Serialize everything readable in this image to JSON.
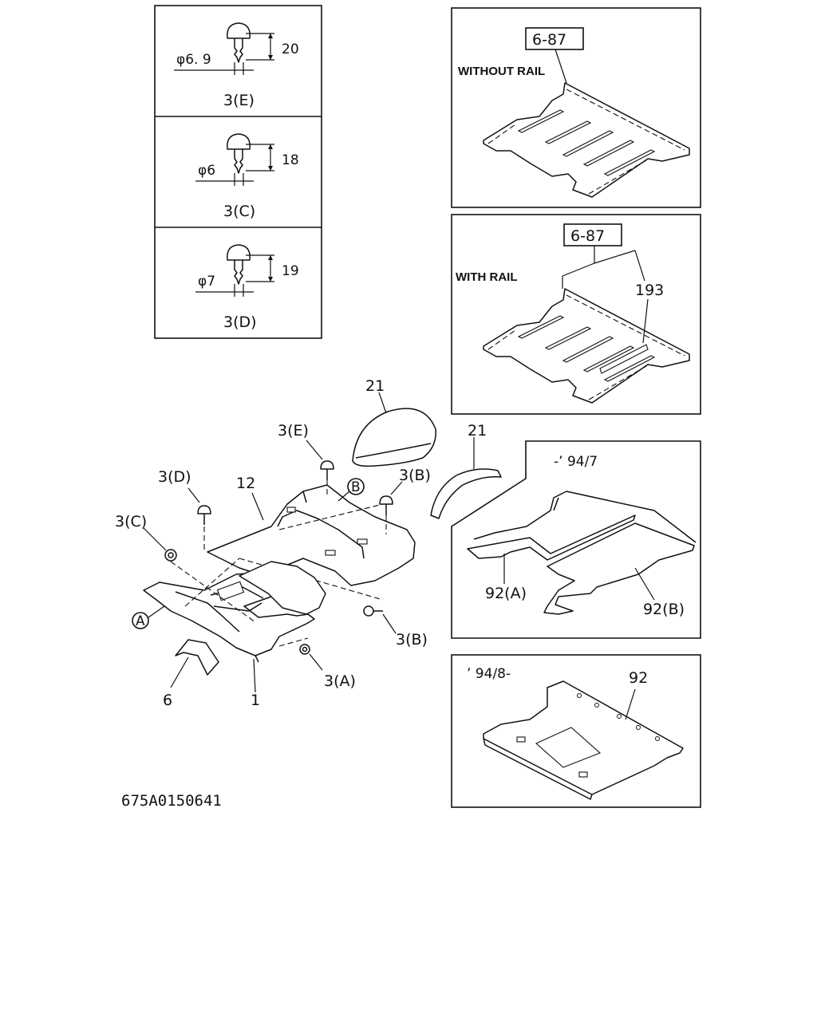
{
  "fasteners": [
    {
      "label": "3(E)",
      "dia": "φ6. 9",
      "len": "20"
    },
    {
      "label": "3(C)",
      "dia": "φ6",
      "len": "18"
    },
    {
      "label": "3(D)",
      "dia": "φ7",
      "len": "19"
    }
  ],
  "panels": {
    "without_rail": {
      "ref": "6-87",
      "title": "WITHOUT RAIL"
    },
    "with_rail": {
      "ref": "6-87",
      "title": "WITH RAIL",
      "part": "193"
    },
    "early": {
      "period": "-’ 94/7",
      "part_a": "92(A)",
      "part_b": "92(B)"
    },
    "late": {
      "period": "’ 94/8-",
      "part": "92"
    }
  },
  "main": {
    "labels": {
      "p21_top": "21",
      "p21_side": "21",
      "p3e": "3(E)",
      "p3d": "3(D)",
      "p12": "12",
      "p3b_top": "3(B)",
      "p3c": "3(C)",
      "p3b_right": "3(B)",
      "p3a": "3(A)",
      "p6": "6",
      "p1": "1",
      "callout_a": "A",
      "callout_b": "B"
    }
  },
  "drawing_code": "675A0150641"
}
